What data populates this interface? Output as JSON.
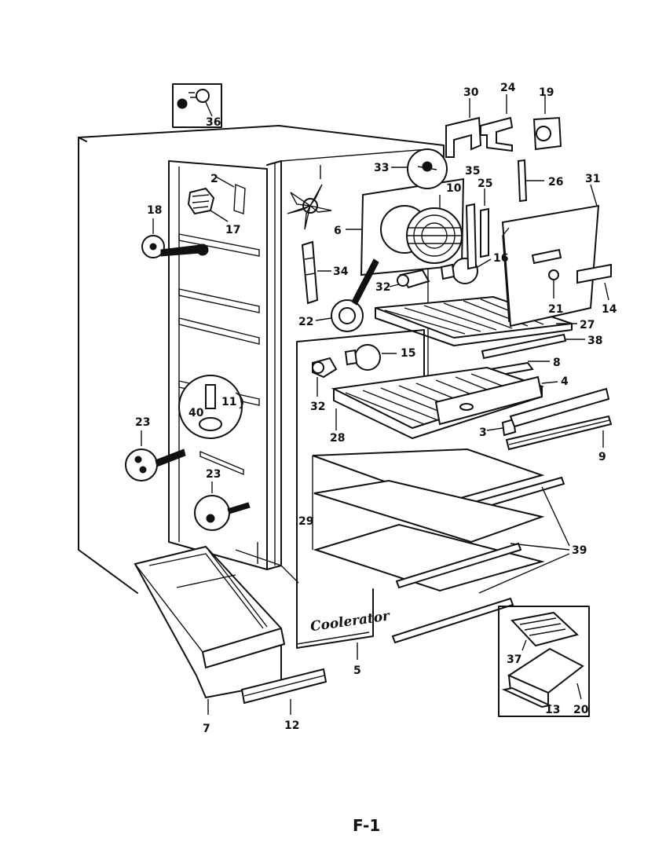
{
  "figure": {
    "label": "F-1",
    "brand_text": "Coolerator"
  },
  "callouts": {
    "c2": "2",
    "c3": "3",
    "c4": "4",
    "c5": "5",
    "c6": "6",
    "c7": "7",
    "c8": "8",
    "c9": "9",
    "c10": "10",
    "c11": "11",
    "c12": "12",
    "c13": "13",
    "c14": "14",
    "c15": "15",
    "c16": "16",
    "c17": "17",
    "c18": "18",
    "c19": "19",
    "c20": "20",
    "c21": "21",
    "c22": "22",
    "c23a": "23",
    "c23b": "23",
    "c24": "24",
    "c25": "25",
    "c26": "26",
    "c27": "27",
    "c28": "28",
    "c29": "29",
    "c30": "30",
    "c31": "31",
    "c32a": "32",
    "c32b": "32",
    "c33": "33",
    "c34": "34",
    "c35": "35",
    "c36": "36",
    "c37": "37",
    "c38": "38",
    "c39": "39",
    "c40": "40"
  }
}
